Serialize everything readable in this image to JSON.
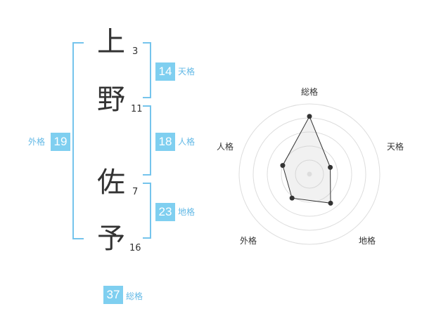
{
  "name": {
    "characters": [
      {
        "char": "上",
        "strokes": "3"
      },
      {
        "char": "野",
        "strokes": "11"
      },
      {
        "char": "佐",
        "strokes": "7"
      },
      {
        "char": "予",
        "strokes": "16"
      }
    ]
  },
  "kakusu": {
    "tenkaku": {
      "label": "天格",
      "value": "14"
    },
    "jinkaku": {
      "label": "人格",
      "value": "18"
    },
    "chikaku": {
      "label": "地格",
      "value": "23"
    },
    "gaikaku": {
      "label": "外格",
      "value": "19"
    },
    "soukaku": {
      "label": "総格",
      "value": "37"
    }
  },
  "colors": {
    "badge": "#7fcff0",
    "bracket": "#75c4ec",
    "label": "#63b9e6"
  },
  "chart_data": {
    "type": "radar",
    "axes": [
      "総格",
      "天格",
      "地格",
      "外格",
      "人格"
    ],
    "values": [
      37,
      14,
      23,
      19,
      18
    ]
  }
}
